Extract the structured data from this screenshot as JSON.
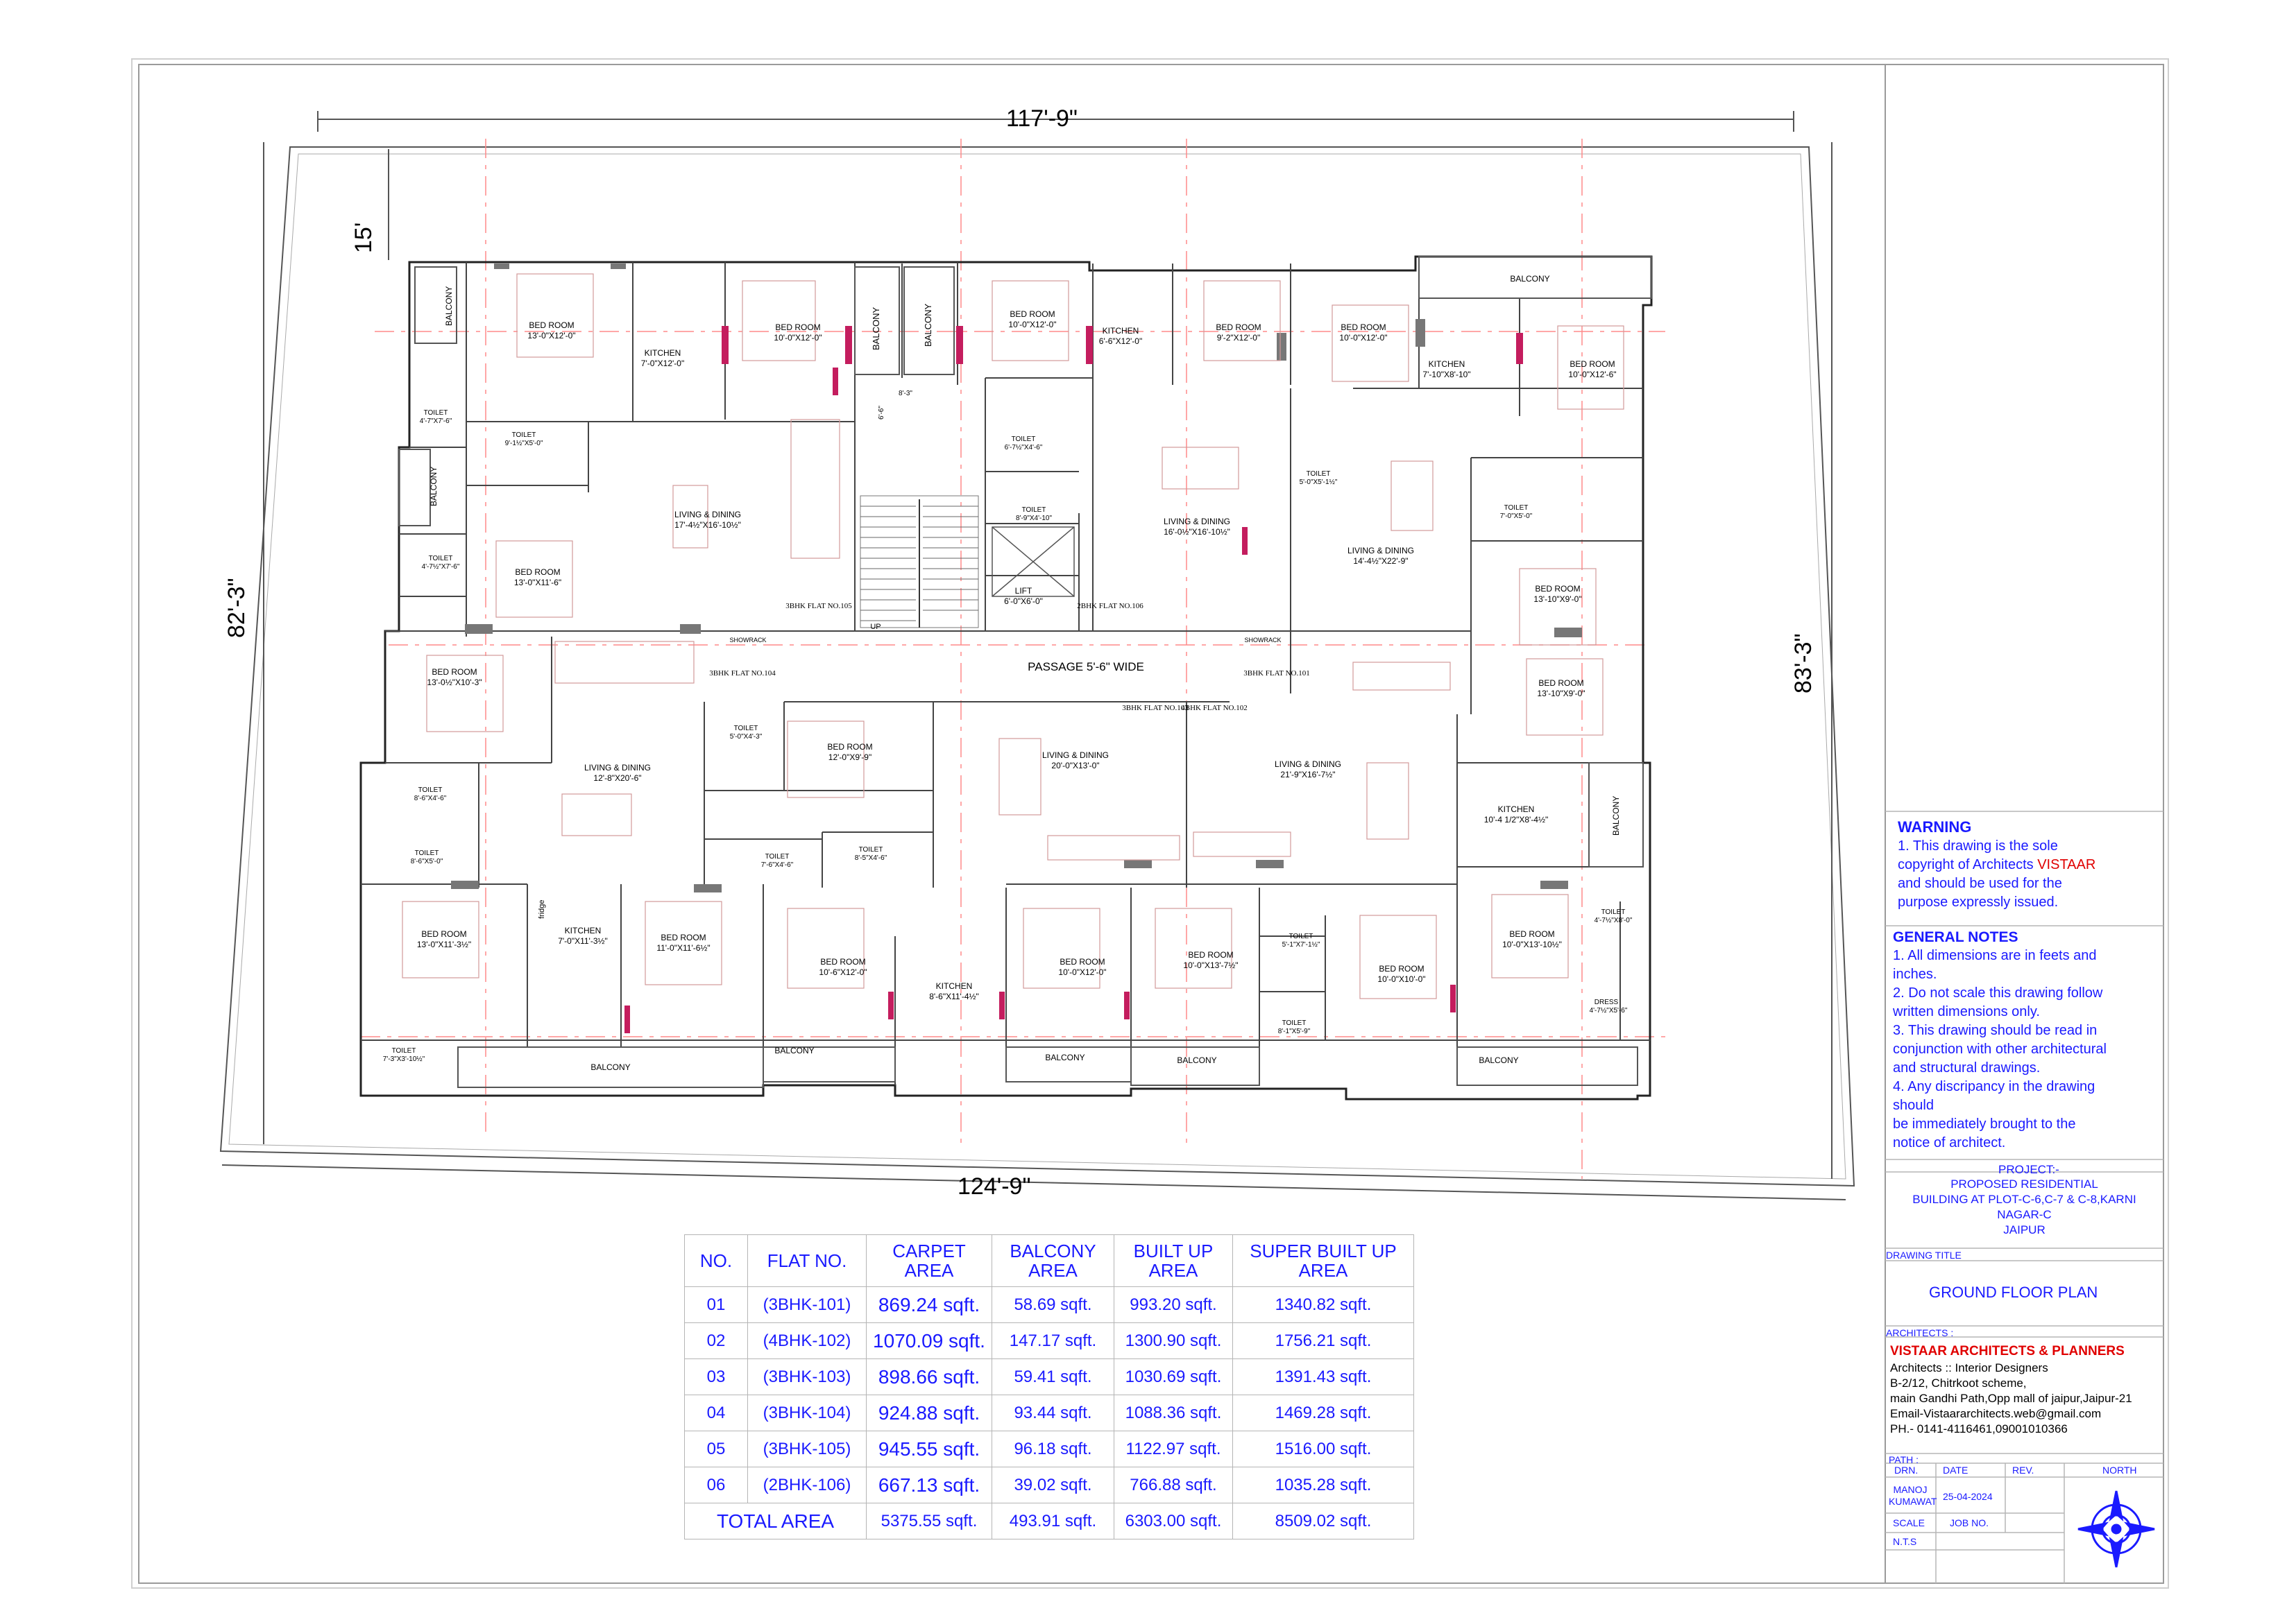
{
  "plan": {
    "dimensions": {
      "top": "117'-9\"",
      "bottom": "124'-9\"",
      "left": "82'-3\"",
      "right": "83'-3\"",
      "setback": "15'"
    },
    "passage": "PASSAGE 5'-6\" WIDE",
    "flat_tags": [
      "3BHK FLAT NO.105",
      "2BHK FLAT NO.106",
      "3BHK FLAT NO.104",
      "3BHK FLAT NO.101",
      "3BHK FLAT NO.103",
      "4BHK FLAT NO.102"
    ],
    "showrack": "SHOWRACK",
    "rooms": [
      {
        "name": "BED ROOM",
        "size": "13'-0\"X12'-0\""
      },
      {
        "name": "KITCHEN",
        "size": "7'-0\"X12'-0\""
      },
      {
        "name": "BED ROOM",
        "size": "10'-0\"X12'-0\""
      },
      {
        "name": "BED ROOM",
        "size": "10'-0\"X12'-0\""
      },
      {
        "name": "KITCHEN",
        "size": "6'-6\"X12'-0\""
      },
      {
        "name": "BED ROOM",
        "size": "9'-2\"X12'-0\""
      },
      {
        "name": "BED ROOM",
        "size": "10'-0\"X12'-0\""
      },
      {
        "name": "KITCHEN",
        "size": "7'-10\"X8'-10\""
      },
      {
        "name": "BED ROOM",
        "size": "10'-0\"X12'-6\""
      },
      {
        "name": "LIVING & DINING",
        "size": "17'-4½\"X16'-10½\""
      },
      {
        "name": "LIVING & DINING",
        "size": "16'-0½\"X16'-10½\""
      },
      {
        "name": "LIVING & DINING",
        "size": "14'-4½\"X22'-9\""
      },
      {
        "name": "BED ROOM",
        "size": "13'-0\"X11'-6\""
      },
      {
        "name": "LIFT",
        "size": "6'-0\"X6'-0\""
      },
      {
        "name": "BED ROOM",
        "size": "13'-10\"X9'-0\""
      },
      {
        "name": "BED ROOM",
        "size": "13'-0½\"X10'-3\""
      },
      {
        "name": "BED ROOM",
        "size": "13'-10\"X9'-0\""
      },
      {
        "name": "BED ROOM",
        "size": "12'-0\"X9'-9\""
      },
      {
        "name": "LIVING & DINING",
        "size": "12'-8\"X20'-6\""
      },
      {
        "name": "LIVING & DINING",
        "size": "20'-0\"X13'-0\""
      },
      {
        "name": "LIVING & DINING",
        "size": "21'-9\"X16'-7½\""
      },
      {
        "name": "KITCHEN",
        "size": "10'-4 1/2\"X8'-4½\""
      },
      {
        "name": "BED ROOM",
        "size": "13'-0\"X11'-3½\""
      },
      {
        "name": "KITCHEN",
        "size": "7'-0\"X11'-3½\""
      },
      {
        "name": "BED ROOM",
        "size": "11'-0\"X11'-6½\""
      },
      {
        "name": "BED ROOM",
        "size": "10'-6\"X12'-0\""
      },
      {
        "name": "KITCHEN",
        "size": "8'-6\"X11'-4½\""
      },
      {
        "name": "BED ROOM",
        "size": "10'-0\"X12'-0\""
      },
      {
        "name": "BED ROOM",
        "size": "10'-0\"X13'-7½\""
      },
      {
        "name": "BED ROOM",
        "size": "10'-0\"X10'-0\""
      },
      {
        "name": "BED ROOM",
        "size": "10'-0\"X13'-10½\""
      }
    ],
    "toilets": [
      {
        "name": "TOILET",
        "size": "4'-7\"X7'-6\""
      },
      {
        "name": "TOILET",
        "size": "9'-1½\"X5'-0\""
      },
      {
        "name": "TOILET",
        "size": "6'-7½\"X4'-6\""
      },
      {
        "name": "TOILET",
        "size": "8'-9\"X4'-10\""
      },
      {
        "name": "TOILET",
        "size": "5'-0\"X5'-1½\""
      },
      {
        "name": "TOILET",
        "size": "7'-0\"X5'-0\""
      },
      {
        "name": "TOILET",
        "size": "4'-7½\"X7'-6\""
      },
      {
        "name": "TOILET",
        "size": "5'-0\"X4'-3\""
      },
      {
        "name": "TOILET",
        "size": "8'-6\"X4'-6\""
      },
      {
        "name": "TOILET",
        "size": "8'-6\"X5'-0\""
      },
      {
        "name": "TOILET",
        "size": "7'-6\"X4'-6\""
      },
      {
        "name": "TOILET",
        "size": "8'-5\"X4'-6\""
      },
      {
        "name": "TOILET",
        "size": "5'-1\"X7'-1½\""
      },
      {
        "name": "TOILET",
        "size": "8'-1\"X5'-9\""
      },
      {
        "name": "TOILET",
        "size": "4'-7½\"X8'-0\""
      },
      {
        "name": "TOILET",
        "size": "7'-3\"X3'-10½\""
      }
    ],
    "misc": {
      "balcony": "BALCONY",
      "fridge": "fridge",
      "up": "UP",
      "dress": "DRESS",
      "dress_size": "4'-7½\"X5'-6\"",
      "stair_gap": "8'-3\"",
      "stair_gap2": "6'-6\""
    }
  },
  "area_table": {
    "headers": [
      "NO.",
      "FLAT NO.",
      "CARPET AREA",
      "BALCONY AREA",
      "BUILT UP AREA",
      "SUPER BUILT UP AREA"
    ],
    "rows": [
      [
        "01",
        "(3BHK-101)",
        "869.24 sqft.",
        "58.69 sqft.",
        "993.20 sqft.",
        "1340.82 sqft."
      ],
      [
        "02",
        "(4BHK-102)",
        "1070.09  sqft.",
        "147.17 sqft.",
        "1300.90 sqft.",
        "1756.21 sqft."
      ],
      [
        "03",
        "(3BHK-103)",
        "898.66 sqft.",
        "59.41 sqft.",
        "1030.69 sqft.",
        "1391.43 sqft."
      ],
      [
        "04",
        "(3BHK-104)",
        "924.88 sqft.",
        "93.44 sqft.",
        "1088.36 sqft.",
        "1469.28 sqft."
      ],
      [
        "05",
        "(3BHK-105)",
        "945.55 sqft.",
        "96.18 sqft.",
        "1122.97 sqft.",
        "1516.00 sqft."
      ],
      [
        "06",
        "(2BHK-106)",
        "667.13 sqft.",
        "39.02 sqft.",
        "766.88 sqft.",
        "1035.28 sqft."
      ]
    ],
    "total": [
      "TOTAL AREA",
      "5375.55 sqft.",
      "493.91 sqft.",
      "6303.00 sqft.",
      "8509.02 sqft."
    ]
  },
  "title_block": {
    "warning_title": "WARNING",
    "warning_lines": [
      "1. This drawing is the sole",
      "copyright of  Architects ",
      "VISTAAR",
      "and  should be used for the",
      "purpose expressly issued."
    ],
    "notes_title": "GENERAL NOTES",
    "notes_lines": [
      "1. All dimensions are in feets and",
      "inches.",
      "2. Do not scale this drawing follow",
      "written dimensions only.",
      "3. This drawing should be read in",
      "conjunction with other architectural",
      "and structural drawings.",
      "4. Any discripancy in the drawing",
      "should",
      "be immediately brought to the",
      "notice of architect."
    ],
    "project_label": "PROJECT:-",
    "project_lines": [
      "PROPOSED RESIDENTIAL",
      "BUILDING AT PLOT-C-6,C-7 & C-8,KARNI",
      "NAGAR-C",
      "JAIPUR"
    ],
    "drawing_title_label": "DRAWING TITLE",
    "drawing_title": "GROUND FLOOR  PLAN",
    "architects_label": "ARCHITECTS :",
    "firm": "VISTAAR ARCHITECTS & PLANNERS",
    "firm_lines": [
      "Architects  ::  Interior Designers",
      "B-2/12, Chitrkoot scheme,",
      "main Gandhi Path,Opp mall of jaipur,Jaipur-21",
      "Email-Vistaararchitects.web@gmail.com",
      "PH.- 0141-4116461,09001010366"
    ],
    "path_label": "PATH :",
    "drn_label": "DRN.",
    "date_label": "DATE",
    "rev_label": "REV.",
    "north_label": "NORTH",
    "drawn_by": "MANOJ KUMAWAT",
    "date": "25-04-2024",
    "scale_label": "SCALE",
    "job_label": "JOB NO.",
    "scale": "N.T.S"
  },
  "colors": {
    "accent_blue": "#1a1aff",
    "brand_red": "#e00000",
    "dim_red": "#ff6a6a"
  }
}
